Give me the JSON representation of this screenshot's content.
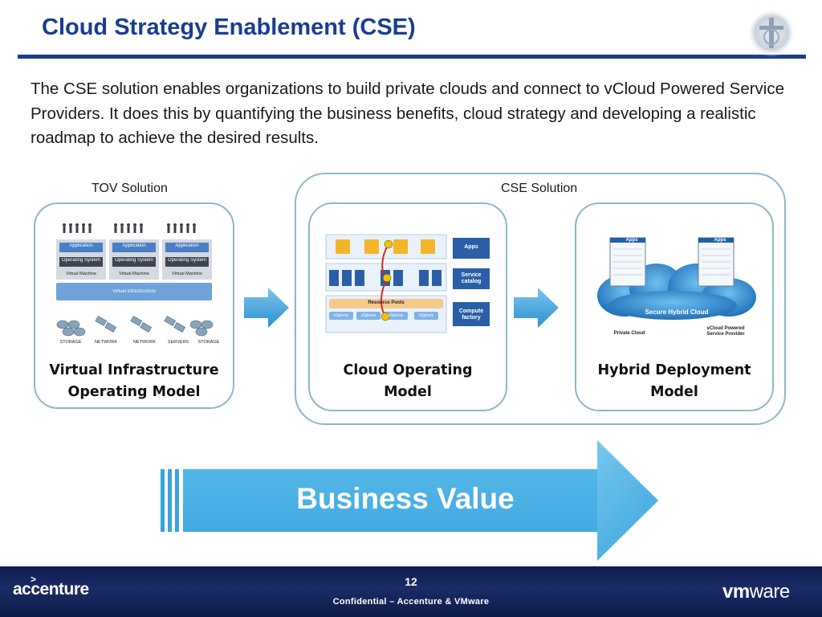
{
  "title": "Cloud Strategy Enablement (CSE)",
  "intro": "The CSE solution enables organizations to build private clouds and connect to vCloud Powered Service Providers. It does this by quantifying the business benefits, cloud strategy and developing a realistic roadmap to achieve the desired results.",
  "groups": {
    "tov_label": "TOV Solution",
    "cse_label": "CSE Solution"
  },
  "cards": {
    "virtual_infra": {
      "caption_line1": "Virtual Infrastructure",
      "caption_line2": "Operating Model",
      "app_labels": [
        "Application",
        "Application",
        "Application"
      ],
      "os_labels": [
        "Operating System",
        "Operating System",
        "Operating System"
      ],
      "vm_labels": [
        "Virtual Machine",
        "Virtual Machine",
        "Virtual Machine"
      ],
      "infra_label": "Virtual Infrastructure",
      "bottom_labels": [
        "STORAGE",
        "NETWORK",
        "NETWORK",
        "SERVERS",
        "STORAGE"
      ]
    },
    "cloud_operating": {
      "caption_line1": "Cloud Operating",
      "caption_line2": "Model",
      "side_labels": [
        "Apps",
        "Service catalog",
        "Compute factory"
      ],
      "pool_label": "Resource Pools",
      "vsphere_labels": [
        "vSphere",
        "vSphere",
        "vSphere",
        "vSphere"
      ]
    },
    "hybrid_deployment": {
      "caption_line1": "Hybrid Deployment",
      "caption_line2": "Model",
      "apps_labels": [
        "Apps",
        "Apps"
      ],
      "cloud_label": "Secure Hybrid Cloud",
      "private_label": "Private Cloud",
      "provider_label": "vCloud Powered Service Provider"
    }
  },
  "banner": {
    "label": "Business Value"
  },
  "footer": {
    "page_number": "12",
    "confidential": "Confidential – Accenture & VMware",
    "accenture": "accenture",
    "vmware_vm": "vm",
    "vmware_ware": "ware"
  },
  "colors": {
    "title_blue": "#1a3d8f",
    "box_border": "#8fb7c8",
    "arrow_blue": "#3a9ed9",
    "banner_blue": "#4aaee3",
    "footer_navy": "#14245a"
  }
}
